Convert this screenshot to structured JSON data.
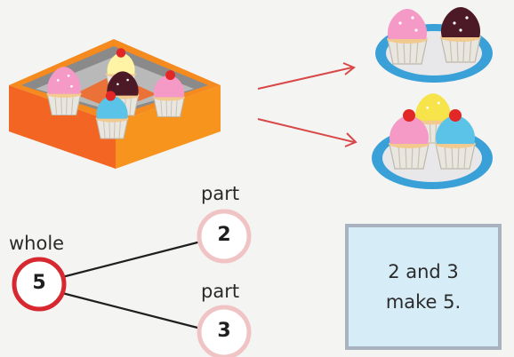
{
  "diagram": {
    "whole": {
      "label": "whole",
      "value": "5"
    },
    "parts": [
      {
        "label": "part",
        "value": "2"
      },
      {
        "label": "part",
        "value": "3"
      }
    ],
    "statement": [
      "2 and 3",
      "make 5."
    ]
  },
  "colors": {
    "whole_ring": "#d8282f",
    "part_ring": "#f0c4c4",
    "arrow": "#d94848",
    "box_orange": "#f7941d",
    "plate_blue": "#3aa0d8",
    "note_bg": "#d6ecf7",
    "note_border": "#a9b2bf"
  }
}
